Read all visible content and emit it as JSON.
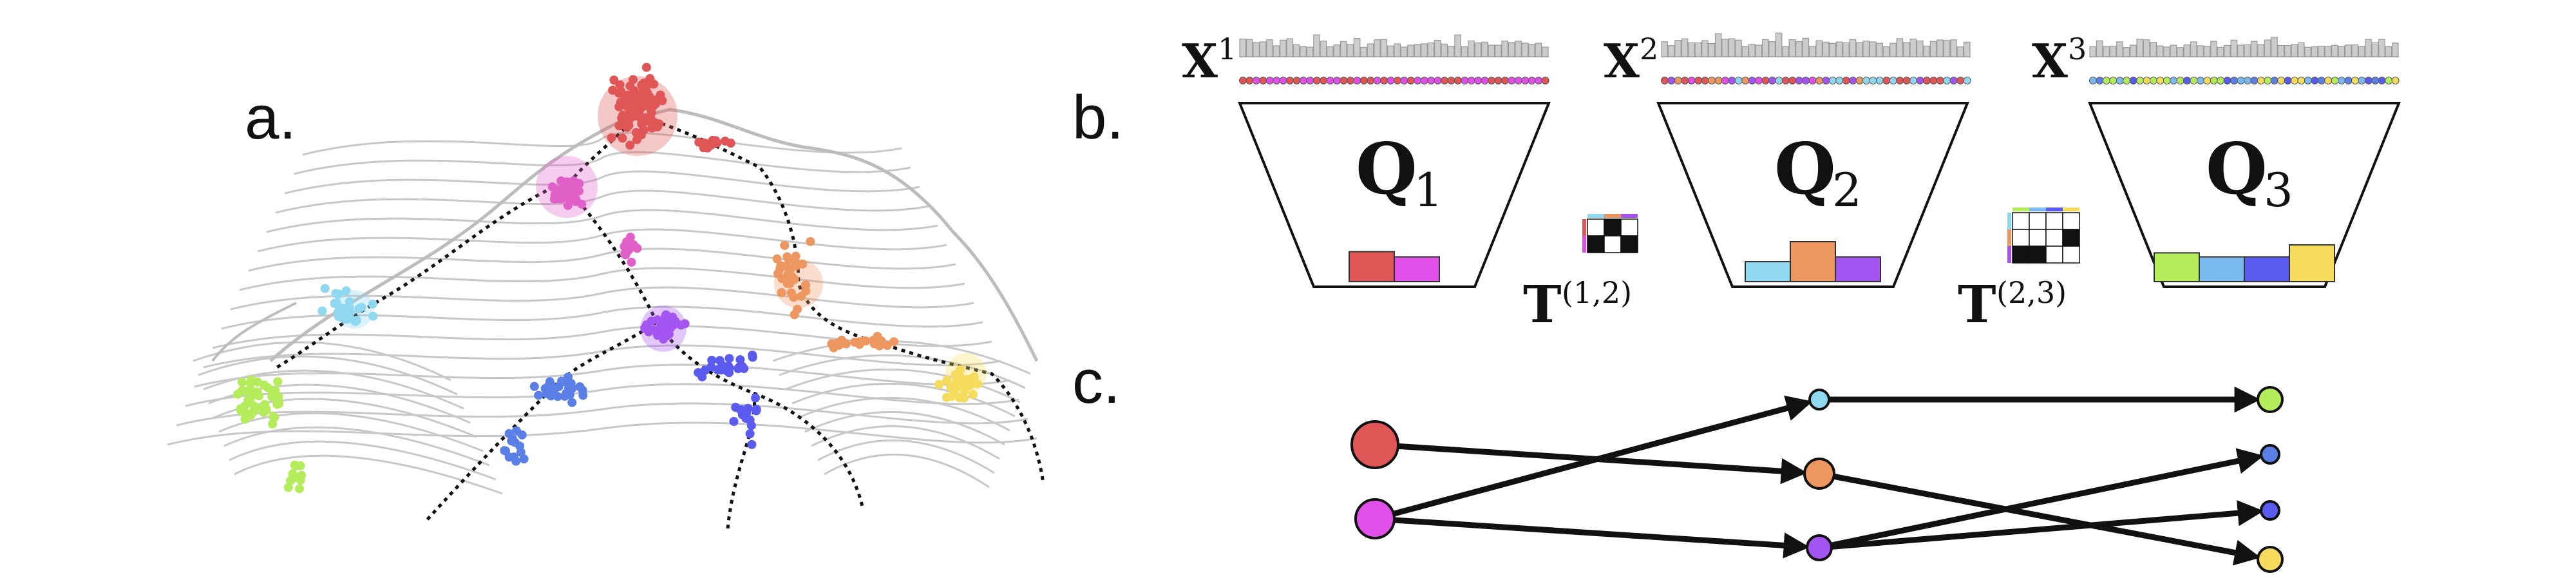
{
  "panels": {
    "a": {
      "label": "a."
    },
    "b": {
      "label": "b."
    },
    "c": {
      "label": "c."
    }
  },
  "colors": {
    "red": "#e05555",
    "magenta": "#e050e8",
    "pink": "#e060c8",
    "cyan": "#8fd8f0",
    "sky": "#7ab8f0",
    "lime": "#b4ec5c",
    "blue": "#5a80e8",
    "indigo": "#5a5aee",
    "purple": "#a454f0",
    "orange": "#ee9660",
    "yellow": "#f6dc5c",
    "histogram": "#cccccc",
    "landscape": "#c8c8c8"
  },
  "problems": [
    {
      "x_label": "X",
      "x_sup": "1",
      "q_label": "Q",
      "q_sub": "1",
      "bars": [
        "red",
        "magenta"
      ],
      "bar_levels": [
        0.75,
        0.62
      ]
    },
    {
      "x_label": "X",
      "x_sup": "2",
      "q_label": "Q",
      "q_sub": "2",
      "bars": [
        "cyan",
        "orange",
        "purple"
      ],
      "bar_levels": [
        0.5,
        1.0,
        0.62
      ]
    },
    {
      "x_label": "X",
      "x_sup": "3",
      "q_label": "Q",
      "q_sub": "3",
      "bars": [
        "lime",
        "sky",
        "indigo",
        "yellow"
      ],
      "bar_levels": [
        0.72,
        0.62,
        0.62,
        0.92
      ]
    }
  ],
  "transports": [
    {
      "label": "T",
      "sup": "(1,2)"
    },
    {
      "label": "T",
      "sup": "(2,3)"
    }
  ],
  "graph": {
    "nodes": [
      {
        "id": "r",
        "color": "red",
        "layer": 0,
        "size": "large"
      },
      {
        "id": "m",
        "color": "magenta",
        "layer": 0,
        "size": "large"
      },
      {
        "id": "c",
        "color": "cyan",
        "layer": 1,
        "size": "small"
      },
      {
        "id": "o",
        "color": "orange",
        "layer": 1,
        "size": "medium"
      },
      {
        "id": "p",
        "color": "purple",
        "layer": 1,
        "size": "medium"
      },
      {
        "id": "g",
        "color": "lime",
        "layer": 2,
        "size": "medium"
      },
      {
        "id": "b1",
        "color": "blue",
        "layer": 2,
        "size": "small"
      },
      {
        "id": "b2",
        "color": "indigo",
        "layer": 2,
        "size": "small"
      },
      {
        "id": "y",
        "color": "yellow",
        "layer": 2,
        "size": "medium"
      }
    ],
    "edges": [
      [
        "r",
        "o"
      ],
      [
        "m",
        "c"
      ],
      [
        "m",
        "p"
      ],
      [
        "c",
        "g"
      ],
      [
        "o",
        "y"
      ],
      [
        "p",
        "b1"
      ],
      [
        "p",
        "b2"
      ]
    ]
  }
}
